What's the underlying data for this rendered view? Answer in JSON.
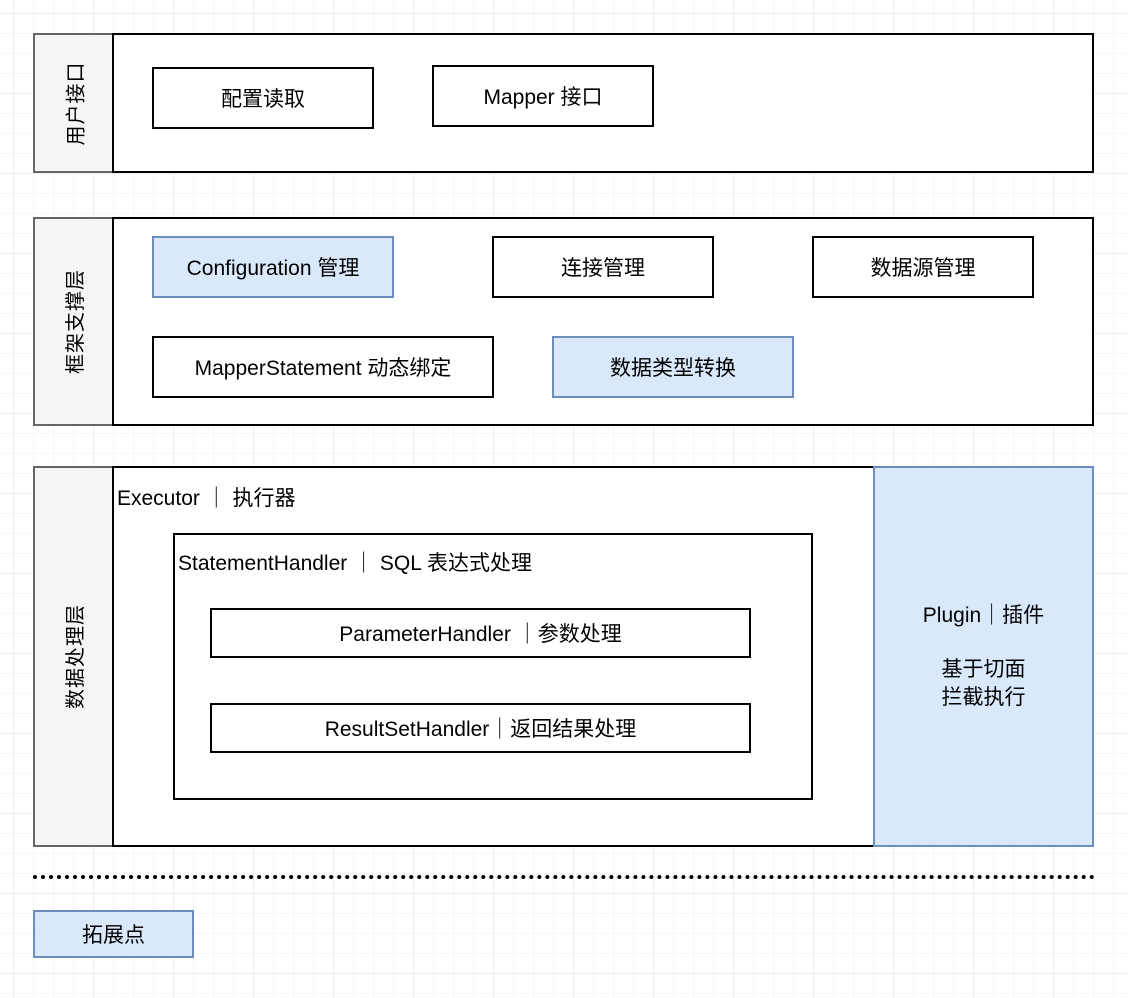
{
  "layers": {
    "user": {
      "label": "用户接口",
      "boxes": [
        "配置读取",
        "Mapper 接口"
      ]
    },
    "framework": {
      "label": "框架支撑层",
      "boxes": [
        "Configuration 管理",
        "连接管理",
        "数据源管理",
        "MapperStatement 动态绑定",
        "数据类型转换"
      ]
    },
    "data": {
      "label": "数据处理层",
      "executor_title": "Executor ｜ 执行器",
      "statement_title": "StatementHandler ｜ SQL 表达式处理",
      "parameter_handler": "ParameterHandler ｜参数处理",
      "resultset_handler": "ResultSetHandler｜返回结果处理",
      "plugin": {
        "title": "Plugin｜插件",
        "line1": "基于切面",
        "line2": "拦截执行"
      }
    }
  },
  "legend": {
    "label": "拓展点",
    "color": "#dae8fc"
  },
  "colors": {
    "extension_fill": "#dae8fc",
    "extension_border": "#6c8ebf",
    "label_fill": "#f5f5f5"
  }
}
